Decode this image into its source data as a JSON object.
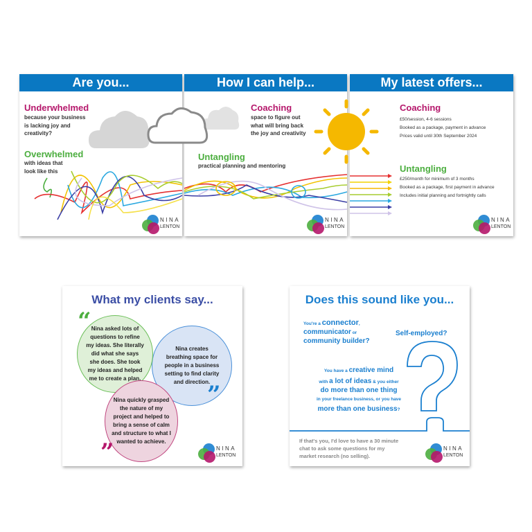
{
  "panels": [
    {
      "title": "Are you...",
      "underwhelmed": {
        "heading": "Underwhelmed",
        "lines": [
          "because your business",
          "is lacking joy and",
          "creativity?"
        ]
      },
      "overwhelmed": {
        "heading": "Overwhelmed",
        "lines": [
          "with ideas that",
          "look like this"
        ]
      }
    },
    {
      "title": "How I can help...",
      "coaching": {
        "heading": "Coaching",
        "lines": [
          "space to figure out",
          "what will bring back",
          "the joy and creativity"
        ]
      },
      "untangling": {
        "heading": "Untangling",
        "lines": [
          "practical planning and mentoring"
        ]
      }
    },
    {
      "title": "My latest offers...",
      "coaching": {
        "heading": "Coaching",
        "lines": [
          "£50/session, 4-6 sessions",
          "Booked as a package, payment in advance",
          "Prices valid until 30th September 2024"
        ]
      },
      "untangling": {
        "heading": "Untangling",
        "lines": [
          "£250/month for minimum of 3 months",
          "Booked as a package, first payment in advance",
          "Includes initial planning and fortnightly calls"
        ]
      }
    }
  ],
  "testimonials": {
    "title": "What my clients say...",
    "quotes": [
      "Nina asked lots of questions to refine my ideas. She literally did what she says she does. She took my ideas and helped me to create a plan.",
      "Nina creates breathing space for people in a business setting to find clarity and direction.",
      "Nina quickly grasped the nature of my project and helped to bring a sense of calm and structure to what I wanted to achieve."
    ]
  },
  "sound": {
    "title": "Does this sound like you...",
    "a": {
      "p1": "You're a ",
      "b1": "connector",
      ",": ",",
      "b2": "communicator",
      "p2": " or",
      "b3": "community builder?"
    },
    "self": "Self-employed?",
    "b": {
      "p1": "You have a ",
      "b1": "creative mind",
      "p2": "with ",
      "b2": "a lot of ideas",
      "p3": " & you either",
      "b3": "do more than one thing",
      "p4": "in your freelance business, or you have",
      "b4": "more than one business",
      "p5": "?"
    },
    "footer": "If that's you, I'd love to have a 30 minute chat to ask some questions for my market research (no selling)."
  },
  "logo": {
    "line1": "NINA",
    "line2": "LENTON"
  },
  "colors": {
    "header": "#0a78c2",
    "magenta": "#b5176b",
    "green": "#4cae3f",
    "navy": "#3b4ea5",
    "blue": "#1a7fcf"
  }
}
